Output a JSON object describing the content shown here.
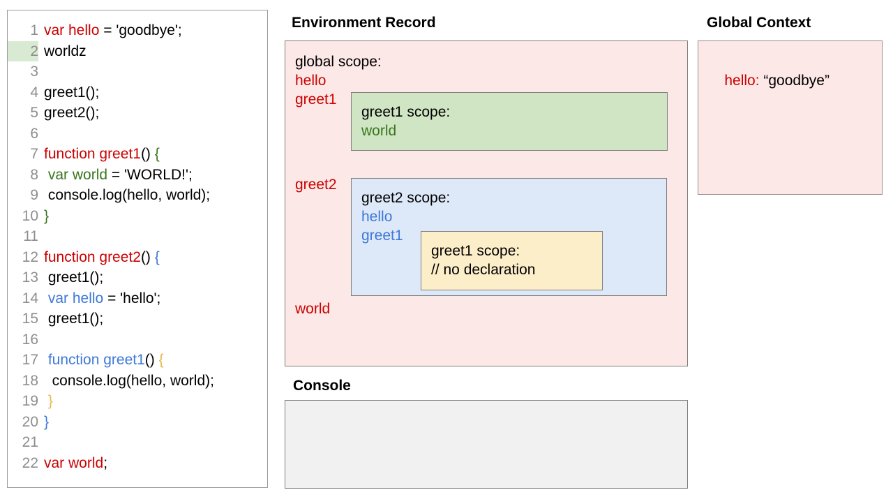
{
  "code_panel": {
    "lines": [
      {
        "num": "1",
        "highlight": false,
        "tokens": [
          {
            "t": "var hello",
            "c": "red"
          },
          {
            "t": " = 'goodbye';",
            "c": "black"
          }
        ]
      },
      {
        "num": "2",
        "highlight": true,
        "tokens": [
          {
            "t": "worldz",
            "c": "black"
          }
        ]
      },
      {
        "num": "3",
        "highlight": false,
        "tokens": []
      },
      {
        "num": "4",
        "highlight": false,
        "tokens": [
          {
            "t": "greet1();",
            "c": "black"
          }
        ]
      },
      {
        "num": "5",
        "highlight": false,
        "tokens": [
          {
            "t": "greet2();",
            "c": "black"
          }
        ]
      },
      {
        "num": "6",
        "highlight": false,
        "tokens": []
      },
      {
        "num": "7",
        "highlight": false,
        "tokens": [
          {
            "t": "function greet1",
            "c": "red"
          },
          {
            "t": "() ",
            "c": "black"
          },
          {
            "t": "{",
            "c": "green"
          }
        ]
      },
      {
        "num": "8",
        "highlight": false,
        "tokens": [
          {
            "t": " ",
            "c": "black"
          },
          {
            "t": "var world",
            "c": "green"
          },
          {
            "t": " = 'WORLD!';",
            "c": "black"
          }
        ]
      },
      {
        "num": "9",
        "highlight": false,
        "tokens": [
          {
            "t": " console.log(hello, world);",
            "c": "black"
          }
        ]
      },
      {
        "num": "10",
        "highlight": false,
        "tokens": [
          {
            "t": "}",
            "c": "green"
          }
        ]
      },
      {
        "num": "11",
        "highlight": false,
        "tokens": []
      },
      {
        "num": "12",
        "highlight": false,
        "tokens": [
          {
            "t": "function greet2",
            "c": "red"
          },
          {
            "t": "() ",
            "c": "black"
          },
          {
            "t": "{",
            "c": "blue"
          }
        ]
      },
      {
        "num": "13",
        "highlight": false,
        "tokens": [
          {
            "t": " greet1();",
            "c": "black"
          }
        ]
      },
      {
        "num": "14",
        "highlight": false,
        "tokens": [
          {
            "t": " ",
            "c": "black"
          },
          {
            "t": "var hello",
            "c": "blue"
          },
          {
            "t": " = 'hello';",
            "c": "black"
          }
        ]
      },
      {
        "num": "15",
        "highlight": false,
        "tokens": [
          {
            "t": " greet1();",
            "c": "black"
          }
        ]
      },
      {
        "num": "16",
        "highlight": false,
        "tokens": []
      },
      {
        "num": "17",
        "highlight": false,
        "tokens": [
          {
            "t": " ",
            "c": "black"
          },
          {
            "t": "function greet1",
            "c": "blue"
          },
          {
            "t": "() ",
            "c": "black"
          },
          {
            "t": "{",
            "c": "yellow"
          }
        ]
      },
      {
        "num": "18",
        "highlight": false,
        "tokens": [
          {
            "t": "  console.log(hello, world);",
            "c": "black"
          }
        ]
      },
      {
        "num": "19",
        "highlight": false,
        "tokens": [
          {
            "t": " ",
            "c": "black"
          },
          {
            "t": "}",
            "c": "yellow"
          }
        ]
      },
      {
        "num": "20",
        "highlight": false,
        "tokens": [
          {
            "t": "}",
            "c": "blue"
          }
        ]
      },
      {
        "num": "21",
        "highlight": false,
        "tokens": []
      },
      {
        "num": "22",
        "highlight": false,
        "tokens": [
          {
            "t": "var world",
            "c": "red"
          },
          {
            "t": ";",
            "c": "black"
          }
        ]
      }
    ]
  },
  "environment_record": {
    "heading": "Environment Record",
    "global_scope_title": "global scope:",
    "global_bindings": {
      "hello": "hello",
      "greet1": "greet1",
      "greet2": "greet2",
      "world": "world"
    },
    "greet1_scope": {
      "title": "greet1 scope:",
      "binding_world": "world"
    },
    "greet2_scope": {
      "title": "greet2 scope:",
      "binding_hello": "hello",
      "binding_greet1": "greet1",
      "nested_greet1_scope": {
        "title": "greet1 scope:",
        "note": "// no declaration"
      }
    }
  },
  "global_context": {
    "heading": "Global Context",
    "entry_key": "hello:",
    "entry_value": " “goodbye”"
  },
  "console": {
    "heading": "Console",
    "output": ""
  },
  "colors": {
    "red": "#cc0000",
    "green": "#38761d",
    "blue": "#3d78d8",
    "yellow": "#e8b94b",
    "pink_box": "#fce8e6",
    "green_box": "#d0e5c4",
    "blue_box": "#dde9f9",
    "yellow_box": "#fdeeca",
    "console_box": "#f1f1f1",
    "line_highlight": "#d9ead3"
  }
}
